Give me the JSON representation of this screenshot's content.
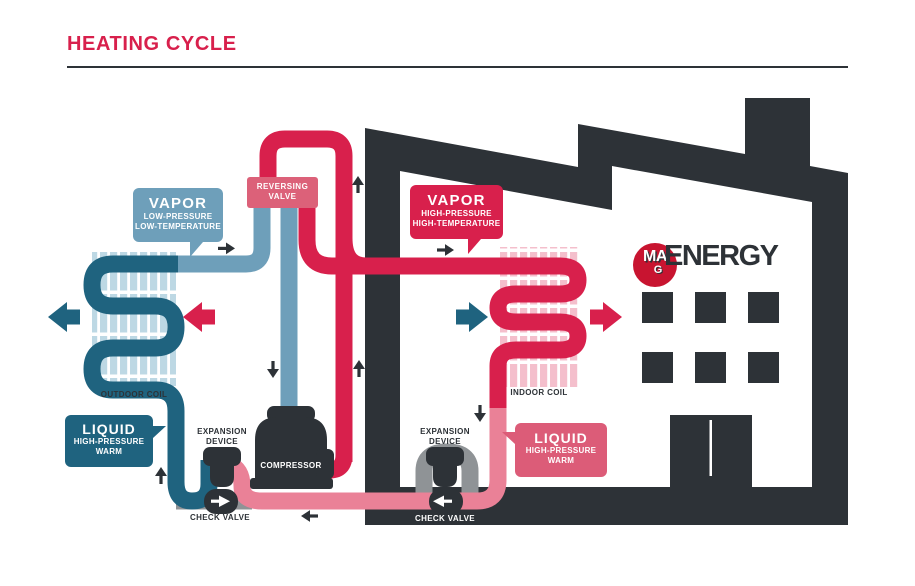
{
  "title": "HEATING CYCLE",
  "bubbles": {
    "vapor_low": {
      "heading": "VAPOR",
      "line1": "LOW-PRESSURE",
      "line2": "LOW-TEMPERATURE"
    },
    "vapor_high": {
      "heading": "VAPOR",
      "line1": "HIGH-PRESSURE",
      "line2": "HIGH-TEMPERATURE"
    },
    "liquid_outdoor": {
      "heading": "LIQUID",
      "line1": "HIGH-PRESSURE",
      "line2": "WARM"
    },
    "liquid_indoor": {
      "heading": "LIQUID",
      "line1": "HIGH-PRESSURE",
      "line2": "WARM"
    }
  },
  "components": {
    "reversing_valve": {
      "line1": "REVERSING",
      "line2": "VALVE"
    },
    "compressor": "COMPRESSOR",
    "outdoor_coil": "OUTDOOR COIL",
    "indoor_coil": "INDOOR COIL",
    "expansion_left": {
      "line1": "EXPANSION",
      "line2": "DEVICE"
    },
    "expansion_right": {
      "line1": "EXPANSION",
      "line2": "DEVICE"
    },
    "check_valve_left": "CHECK VALVE",
    "check_valve_right": "CHECK VALVE"
  },
  "logo": {
    "mark_top": "MA",
    "mark_bottom": "G",
    "name": "ENERGY"
  },
  "colors": {
    "crimson": "#d8204c",
    "rose": "#dc5c78",
    "pink_pipe": "#ea8197",
    "steel_blue": "#6e9fba",
    "dark_teal": "#1f637f",
    "dark": "#2d3237",
    "gray_pipe": "#8f9396",
    "fin_blue": "#bdd8e4",
    "fin_pink": "#f4bfcc",
    "logo_red": "#c81430"
  }
}
